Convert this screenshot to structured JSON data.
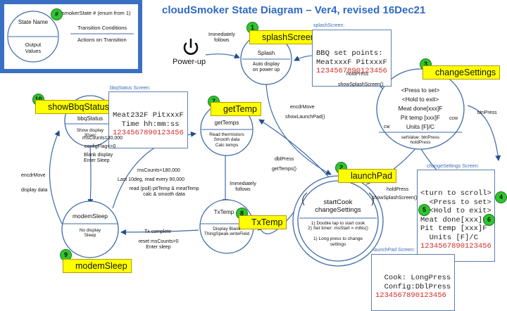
{
  "title": "cloudSmoker State Diagram – Ver4, revised 16Dec21",
  "legend": {
    "badge": "#",
    "state_label": "smokerState # (enum from 1)",
    "state_name": "State Name",
    "output_values": "Output Values",
    "transition_conditions": "Transition Conditions",
    "actions_on_transition": "Actions on Transition"
  },
  "power_up": "Power-up",
  "states": {
    "splash": {
      "number": "1",
      "label": "splashScreen",
      "name": "Splash",
      "body": "Auto display\non power up"
    },
    "get_temp": {
      "number": "7",
      "label": "getTemp",
      "name": "getTemps",
      "body": "Read thermistors\nSmooth data\nCalc temps"
    },
    "show_bbq": {
      "number": "10",
      "label": "showBbqStatus",
      "name": "bbqStatus",
      "body": "Show display\n30sec"
    },
    "change_settings": {
      "number": "3",
      "label": "changeSettings",
      "lines": [
        "<Press to set>",
        "<Hold to exit>",
        "Meat done[xxx]F",
        "Pit temp [xxx]F",
        "Units [F]/C"
      ],
      "footer": "setValue: btnPress\nholdPress",
      "cw": "cw",
      "ccw": "ccw"
    },
    "launch_pad": {
      "number": "2",
      "label": "launchPad",
      "name": "startCook\nchangeSettings",
      "body": "1) Double tap to start cook\n2) Set timer: msStart = millis()\n\n1) Long press to change\nsettings"
    },
    "tx_temp": {
      "number": "8",
      "label": "TxTemp",
      "name": "TxTemp",
      "body": "Display Blank\nThingSpeak.writeField"
    },
    "modem_sleep": {
      "number": "9",
      "label": "modemSleep",
      "name": "modemSleep",
      "body": "No display\nSleep"
    }
  },
  "transitions": {
    "immediately_follows_1": "Immediately\nfollows",
    "hold_press": "holdPress",
    "show_splash": "showSplashScreen()",
    "encdr_move": "encdrMove",
    "show_launch_pad": "showLaunchPad()",
    "btn_press": "btnPress",
    "dbl_press": "dblPress",
    "get_temps_call": "getTemps()",
    "immediately_follows_2": "Immediately\nfollows",
    "ms_counts_30000": "msCounts=30,000",
    "config_flag": "configFlag==0",
    "blank_display": "Blank display\nEnter Sleep",
    "encdr_move_2": "encdrMove",
    "display_data": "display data",
    "ms_counts_180000": "msCounts=180,000",
    "last_10deg": "Last 10deg, read every 90,000",
    "read_poll": "read (poll) pitTemp & meatTemp\ncalc & smooth data",
    "tx_complete": "Tx complete",
    "reset_ms": "reset msCounts=0\nEnter sleep",
    "hold_press_2": "holdPress",
    "show_splash_2": "showSplashScreen()"
  },
  "screens": {
    "splash": {
      "label": "splashScreen:",
      "lines": [
        "BBQ set points:",
        "MeatxxxF PitxxxF"
      ],
      "ruler": "1234567890123456"
    },
    "bbq_status": {
      "label": "bbqStatus Screen:",
      "lines": [
        "Meat232F PitxxxF",
        "  Time hh:mm:ss"
      ],
      "ruler": "1234567890123456"
    },
    "change_settings": {
      "label": "changeSettings Screen:",
      "lines": [
        "<turn to scroll>",
        "  <Press to set>",
        "  <Hold to exit>",
        "Meat done[xxx]F",
        "Pit temp [xxx]F",
        "  Units [F]/C"
      ],
      "ruler": "1234567890123456",
      "badges": [
        "4",
        "5",
        "6"
      ]
    },
    "launch_pad": {
      "label": "launchPad Screen:",
      "lines": [
        "  Cook: LongPress",
        "  Config:DblPress"
      ],
      "ruler": "1234567890123456"
    }
  }
}
